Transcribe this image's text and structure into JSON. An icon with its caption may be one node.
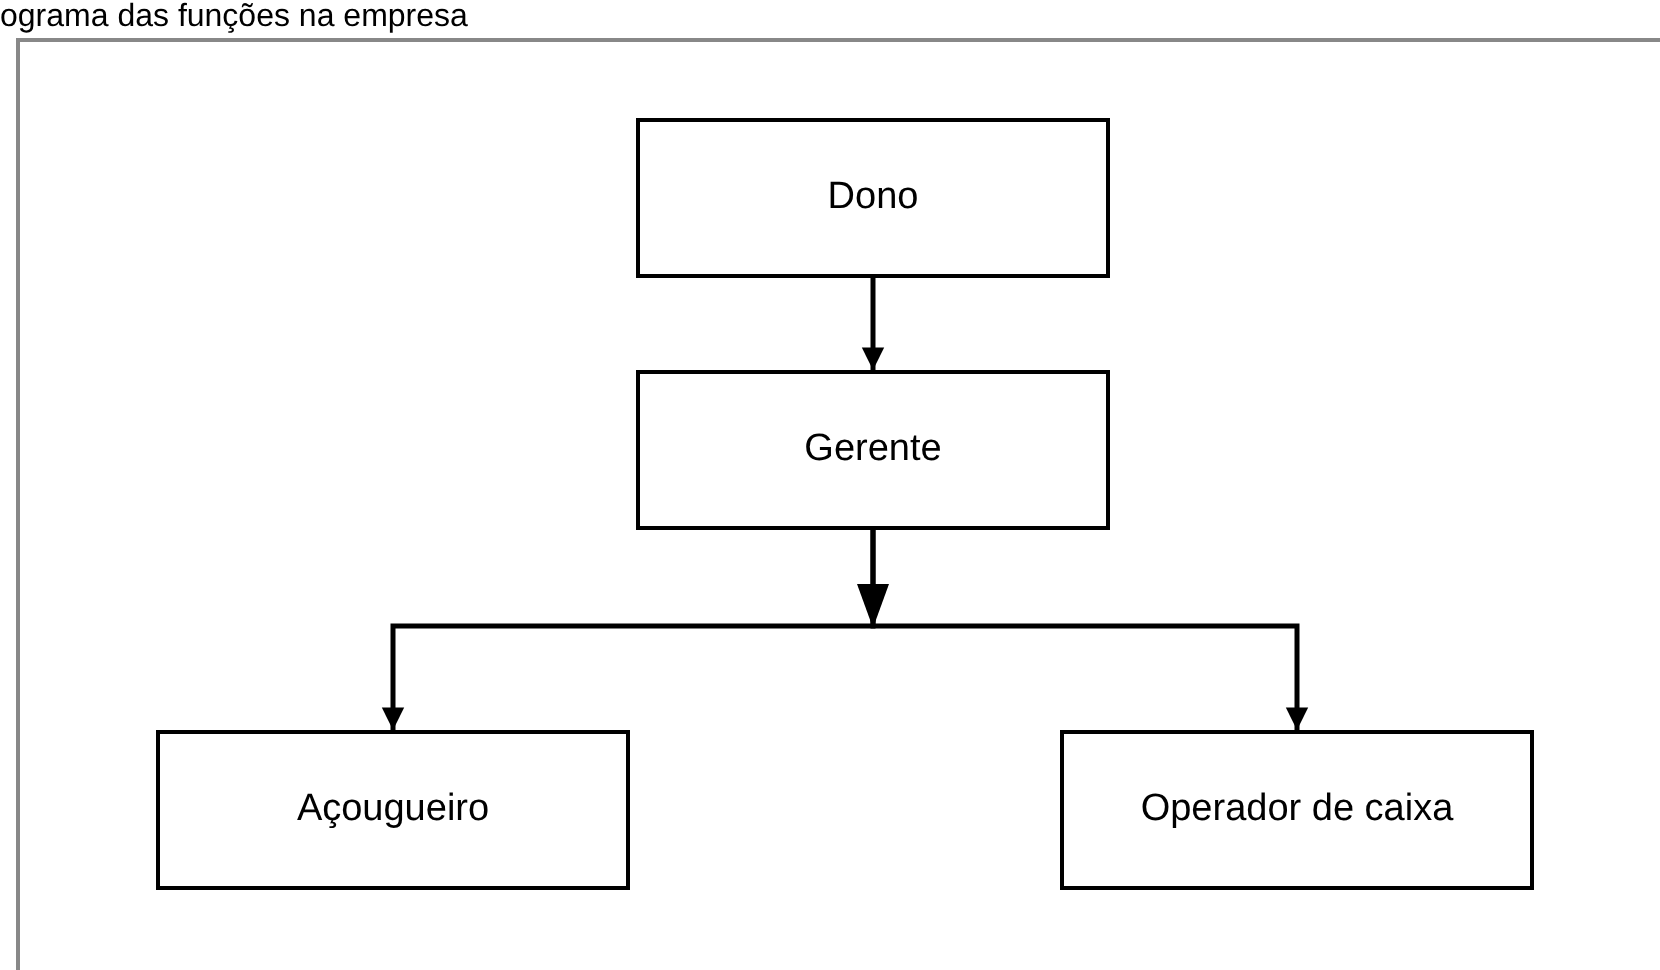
{
  "diagram": {
    "title": "ograma das funções na empresa",
    "nodes": [
      {
        "text": [
          "Dono"
        ]
      },
      {
        "text": [
          "Gerente"
        ]
      },
      {
        "text": [
          "Açougueiro"
        ]
      },
      {
        "text": [
          "Operador de caixa"
        ]
      }
    ],
    "edges": [
      {
        "from": 0,
        "to": 1,
        "arrow": "to"
      },
      {
        "from": 1,
        "to": 2,
        "arrow": "to"
      },
      {
        "from": 1,
        "to": 3,
        "arrow": "to"
      }
    ]
  }
}
